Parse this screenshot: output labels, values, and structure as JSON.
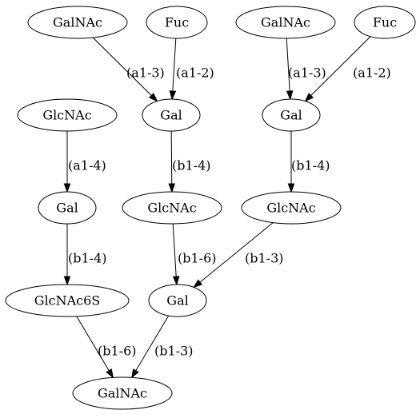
{
  "nodes": [
    {
      "id": "n1",
      "label": "GalNAc"
    },
    {
      "id": "n2",
      "label": "Fuc"
    },
    {
      "id": "n3",
      "label": "GalNAc"
    },
    {
      "id": "n4",
      "label": "Fuc"
    },
    {
      "id": "n5",
      "label": "GlcNAc"
    },
    {
      "id": "n6",
      "label": "Gal"
    },
    {
      "id": "n7",
      "label": "Gal"
    },
    {
      "id": "n8",
      "label": "Gal"
    },
    {
      "id": "n9",
      "label": "GlcNAc"
    },
    {
      "id": "n10",
      "label": "GlcNAc"
    },
    {
      "id": "n11",
      "label": "GlcNAc6S"
    },
    {
      "id": "n12",
      "label": "Gal"
    },
    {
      "id": "n13",
      "label": "GalNAc"
    }
  ],
  "edges": [
    {
      "from": "n1",
      "to": "n6",
      "label": "(a1-3)"
    },
    {
      "from": "n2",
      "to": "n6",
      "label": "(a1-2)"
    },
    {
      "from": "n3",
      "to": "n7",
      "label": "(a1-3)"
    },
    {
      "from": "n4",
      "to": "n7",
      "label": "(a1-2)"
    },
    {
      "from": "n5",
      "to": "n8",
      "label": "(a1-4)"
    },
    {
      "from": "n6",
      "to": "n9",
      "label": "(b1-4)"
    },
    {
      "from": "n7",
      "to": "n10",
      "label": "(b1-4)"
    },
    {
      "from": "n8",
      "to": "n11",
      "label": "(b1-4)"
    },
    {
      "from": "n9",
      "to": "n12",
      "label": "(b1-6)"
    },
    {
      "from": "n10",
      "to": "n12",
      "label": "(b1-3)"
    },
    {
      "from": "n11",
      "to": "n13",
      "label": "(b1-6)"
    },
    {
      "from": "n12",
      "to": "n13",
      "label": "(b1-3)"
    }
  ]
}
